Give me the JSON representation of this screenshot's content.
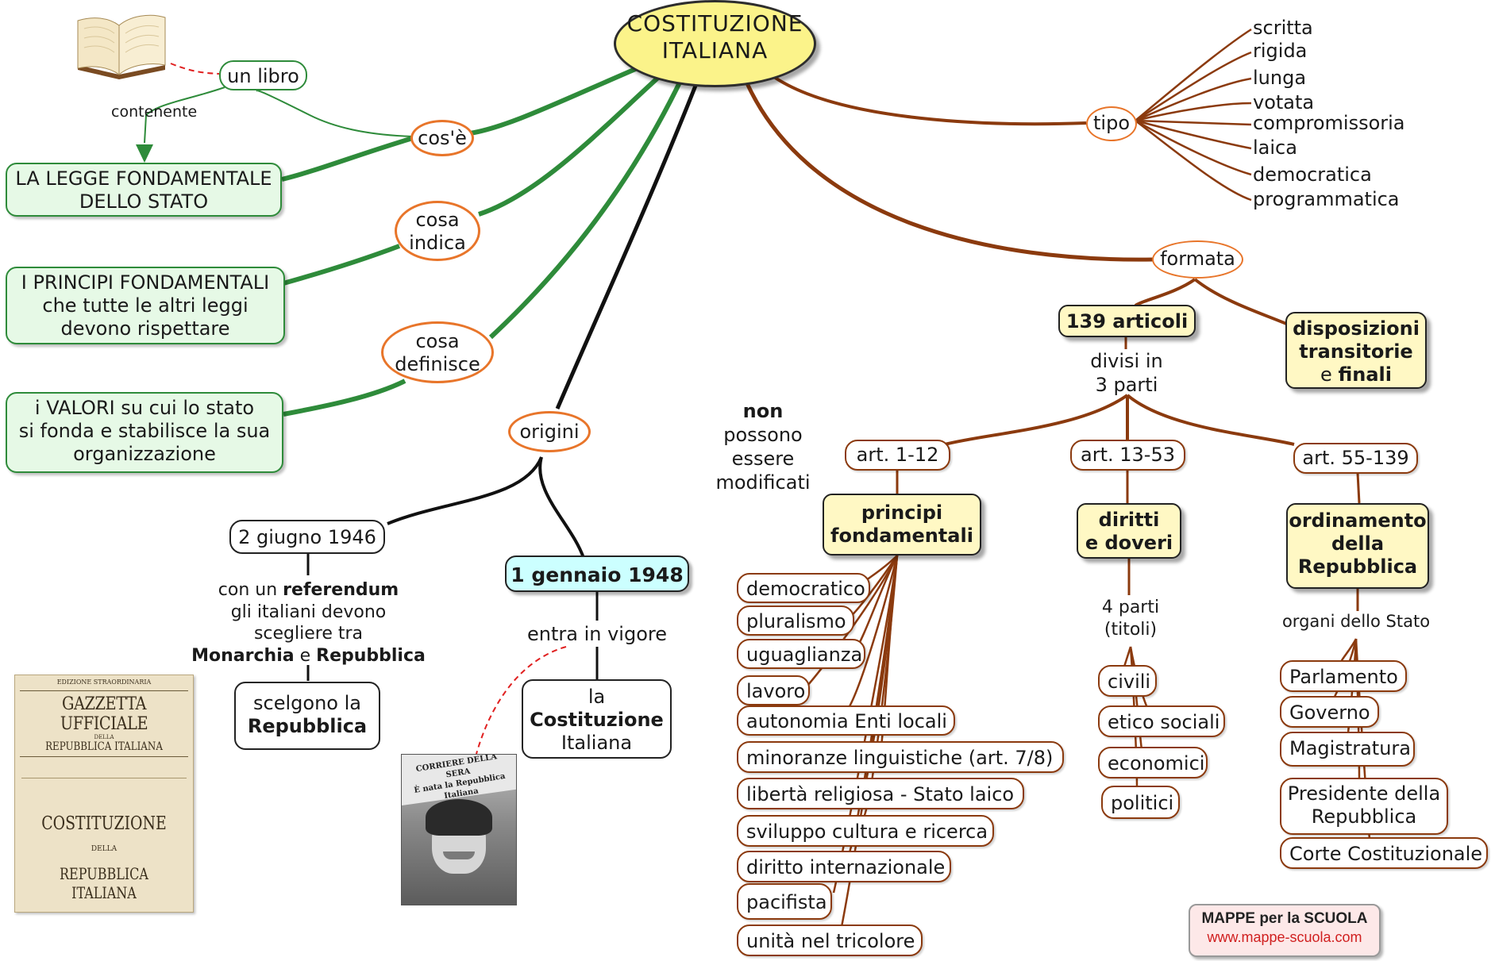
{
  "title": "COSTITUZIONE\nITALIANA",
  "left": {
    "book_label": "un libro",
    "contenente": "contenente",
    "cose": "cos'è",
    "legge": "LA LEGGE FONDAMENTALE\nDELLO STATO",
    "cosa_indica": "cosa\nindica",
    "principi_box": "I PRINCIPI FONDAMENTALI\nche tutte le altri leggi\ndevono rispettare",
    "cosa_definisce": "cosa\ndefinisce",
    "valori_box": "i VALORI su cui lo stato\nsi fonda e stabilisce la sua\norganizzazione"
  },
  "origini": {
    "label": "origini",
    "date1": "2 giugno 1946",
    "ref_pre": "con un ",
    "ref_bold": "referendum",
    "ref_line2": "gli italiani devono",
    "ref_line3": "scegliere tra",
    "ref_monarchia": "Monarchia",
    "ref_e": " e ",
    "ref_repubblica": "Repubblica",
    "scelgono_1": "scelgono la",
    "scelgono_2": "Repubblica",
    "date2": "1 gennaio 1948",
    "vigore": "entra in vigore",
    "cost_1": "la",
    "cost_2": "Costituzione",
    "cost_3": "Italiana",
    "gazzetta": {
      "top": "EDIZIONE STRAORDINARIA",
      "title": "GAZZETTA UFFICIALE",
      "della": "DELLA",
      "repubblica": "REPUBBLICA ITALIANA",
      "cost": "COSTITUZIONE",
      "della2": "DELLA",
      "repubblica2": "REPUBBLICA ITALIANA"
    },
    "photo_headline": "CORRIERE DELLA SERA\nÈ nata la Repubblica Italiana"
  },
  "tipo": {
    "label": "tipo",
    "items": [
      "scritta",
      "rigida",
      "lunga",
      "votata",
      "compromissoria",
      "laica",
      "democratica",
      "programmatica"
    ]
  },
  "formata": {
    "label": "formata",
    "articoli": "139 articoli",
    "disposizioni": "disposizioni\ntransitorie",
    "disp_e": "e ",
    "disp_finali": "finali",
    "divisi": "divisi in\n3 parti",
    "non": "non",
    "non_rest": "possono\nessere\nmodificati",
    "art1": "art. 1-12",
    "art2": "art. 13-53",
    "art3": "art. 55-139",
    "principi": "principi\nfondamentali",
    "diritti": "diritti\ne doveri",
    "ordinamento": "ordinamento\ndella\nRepubblica",
    "principi_items": [
      "democratico",
      "pluralismo",
      "uguaglianza",
      "lavoro",
      "autonomia Enti locali",
      "minoranze linguistiche (art. 7/8)",
      "libertà religiosa - Stato laico",
      "sviluppo cultura e ricerca",
      "diritto internazionale",
      "pacifista",
      "unità nel tricolore"
    ],
    "parti": "4 parti\n(titoli)",
    "diritti_items": [
      "civili",
      "etico sociali",
      "economici",
      "politici"
    ],
    "organi": "organi dello Stato",
    "organi_items": [
      "Parlamento",
      "Governo",
      "Magistratura",
      "Presidente della\nRepubblica",
      "Corte Costituzionale"
    ]
  },
  "brand": {
    "line1": "MAPPE per la SCUOLA",
    "line2": "www.mappe-scuola.com"
  },
  "colors": {
    "green": "#2e8b3a",
    "brown": "#8b3a0e",
    "orange": "#e8752a",
    "yellow": "#fbf38a",
    "cyan": "#ccffff"
  }
}
